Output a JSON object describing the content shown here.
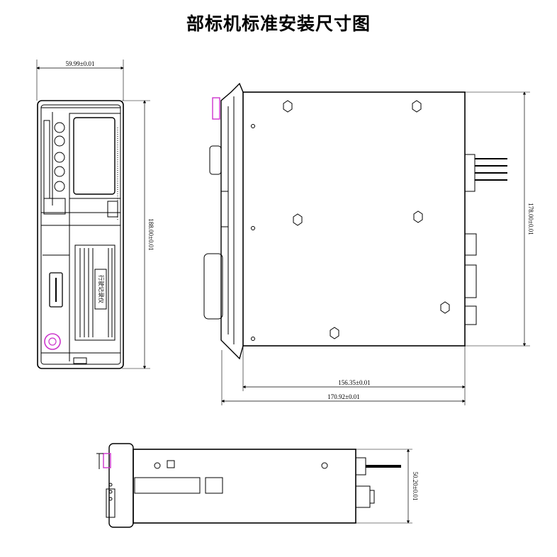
{
  "title": "部标机标准安装尺寸图",
  "dimensions": {
    "front_width": "59.99±0.01",
    "front_height": "188.00±0.01",
    "side_height": "178.00±0.01",
    "side_body_length": "156.35±0.01",
    "side_total_length": "170.92±0.01",
    "bottom_height": "50.20±0.01"
  },
  "device_label": "行驶记录仪",
  "colors": {
    "line": "#000000",
    "accent": "#cc33cc",
    "fill": "#ffffff"
  }
}
